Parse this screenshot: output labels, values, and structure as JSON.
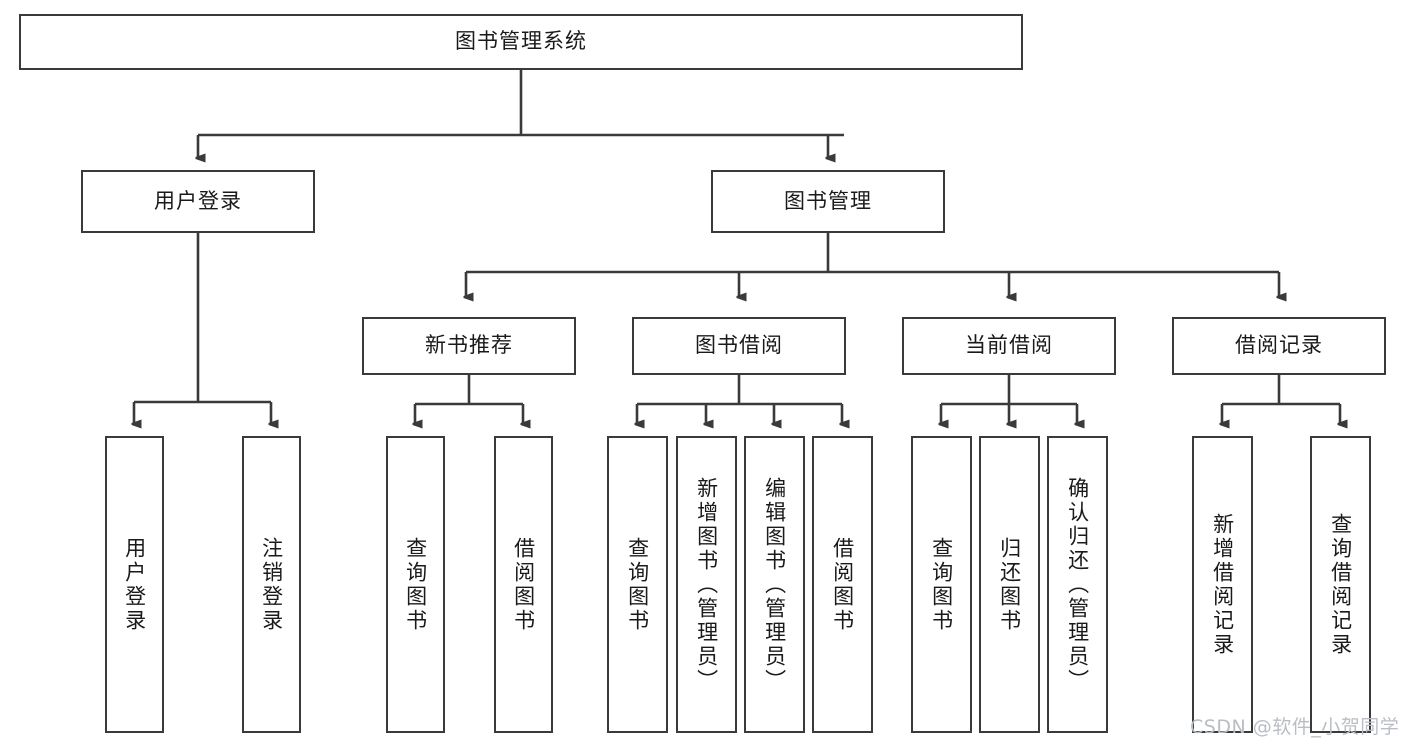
{
  "diagram": {
    "title": "图书管理系统",
    "type": "hierarchy-tree",
    "root": {
      "label": "图书管理系统"
    },
    "level2": [
      {
        "label": "用户登录"
      },
      {
        "label": "图书管理"
      }
    ],
    "level3": [
      {
        "label": "新书推荐"
      },
      {
        "label": "图书借阅"
      },
      {
        "label": "当前借阅"
      },
      {
        "label": "借阅记录"
      }
    ],
    "leaves": {
      "user_login": [
        {
          "label": "用户登录"
        },
        {
          "label": "注销登录"
        }
      ],
      "new_book_recommend": [
        {
          "label": "查询图书"
        },
        {
          "label": "借阅图书"
        }
      ],
      "book_borrow": [
        {
          "label": "查询图书"
        },
        {
          "label": "新增图书（管理员）"
        },
        {
          "label": "编辑图书（管理员）"
        },
        {
          "label": "借阅图书"
        }
      ],
      "current_borrow": [
        {
          "label": "查询图书"
        },
        {
          "label": "归还图书"
        },
        {
          "label": "确认归还（管理员）"
        }
      ],
      "borrow_record": [
        {
          "label": "新增借阅记录"
        },
        {
          "label": "查询借阅记录"
        }
      ]
    }
  },
  "watermark": {
    "text": "CSDN @软件_小贺同学"
  },
  "colors": {
    "stroke": "#3a3a3a",
    "background": "#ffffff",
    "text": "#1a1a1a",
    "watermark": "#b9bec4"
  }
}
